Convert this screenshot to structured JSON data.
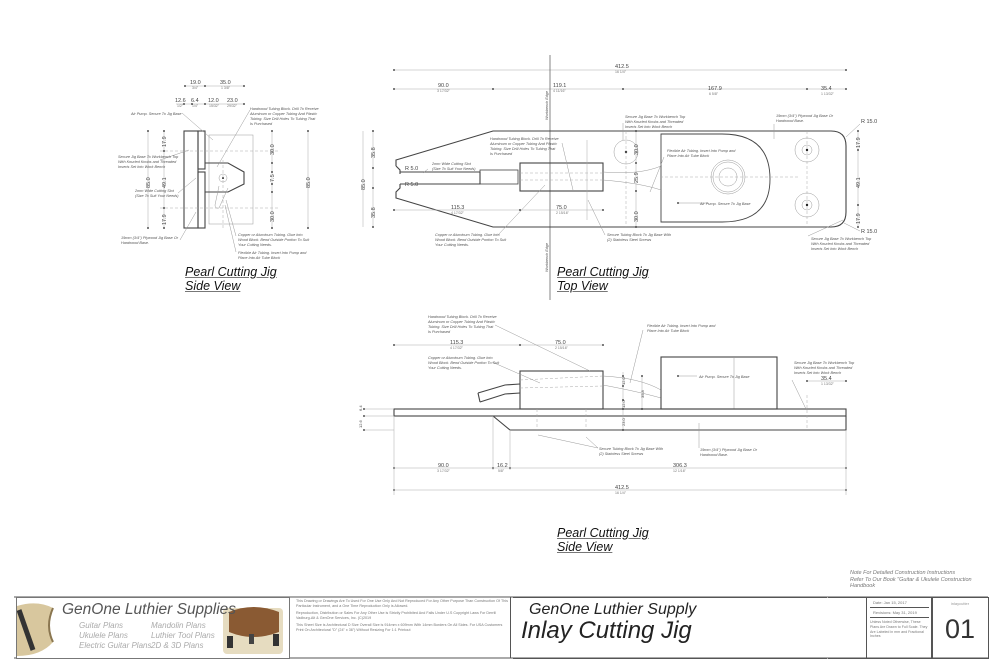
{
  "sheet": {
    "views": [
      {
        "id": "side_view_small",
        "title_line1": "Pearl Cutting Jig",
        "title_line2": "Side View"
      },
      {
        "id": "top_view",
        "title_line1": "Pearl Cutting Jig",
        "title_line2": "Top View"
      },
      {
        "id": "side_view_large",
        "title_line1": "Pearl Cutting Jig",
        "title_line2": "Side View"
      }
    ],
    "side_view_small": {
      "dims": {
        "d19": {
          "mm": "19.0",
          "in": "3/4\""
        },
        "d35": {
          "mm": "35.0",
          "in": "1 3/8\""
        },
        "d12_6": {
          "mm": "12.6",
          "in": "1/2\""
        },
        "d6_4": {
          "mm": "6.4",
          "in": "1/4\""
        },
        "d12_0": {
          "mm": "12.0",
          "in": "15/32\""
        },
        "d23": {
          "mm": "23.0",
          "in": "29/32\""
        },
        "d85": {
          "mm": "85.0",
          "in": "3 11/32\""
        },
        "d49_1": {
          "mm": "49.1",
          "in": "1 15/16\""
        },
        "d17_9a": {
          "mm": "17.9",
          "in": "23/32\""
        },
        "d17_9b": {
          "mm": "17.9",
          "in": "23/32\""
        },
        "d30a": {
          "mm": "30.0",
          "in": "1 3/16\""
        },
        "d30b": {
          "mm": "30.0",
          "in": "1 3/16\""
        },
        "d7_5": {
          "mm": "7.5",
          "in": "5/16\""
        }
      },
      "notes": {
        "air_pump": "Air Pump. Secure To Jig Base",
        "secure_base": [
          "Secure Jig Base To Workbench Top",
          "With Knurled Knobs and Threaded",
          "Inserts Set Into Work Bench"
        ],
        "cutting_slot": [
          "2mm Wide Cutting Slot",
          "(Size To Suit Your Needs)"
        ],
        "plywood": [
          "19mm (3/4\") Plywood Jig Base Or",
          "Hardwood Base."
        ],
        "tubing_block": [
          "Hardwood Tubing Block. Drill To Receive",
          "Aluminum or Copper Tubing And Plastic",
          "Tubing. Size Drill Holes To Tubing That",
          "Is Purchased"
        ],
        "copper_tubing": [
          "Copper or Aluminum Tubing. Glue Into",
          "Wood Block. Bend Outside Portion To Suit",
          "Your Cutting Needs."
        ],
        "flex_tubing": [
          "Flexible Air Tubing. Insert Into Pump and",
          "Place Into Air Tube Block"
        ]
      }
    },
    "top_view": {
      "dims": {
        "overall": {
          "mm": "412.5",
          "in": "16 1/4\""
        },
        "d90": {
          "mm": "90.0",
          "in": "3 17/32\""
        },
        "d119_1": {
          "mm": "119.1",
          "in": "4 11/16\""
        },
        "d167_9": {
          "mm": "167.9",
          "in": "6 5/8\""
        },
        "d35_4": {
          "mm": "35.4",
          "in": "1 13/32\""
        },
        "d115_3": {
          "mm": "115.3",
          "in": "4 17/32\""
        },
        "d75": {
          "mm": "75.0",
          "in": "2 15/16\""
        },
        "d85": {
          "mm": "85.0",
          "in": "3 11/32\""
        },
        "d35_8a": {
          "mm": "35.8",
          "in": "1 13/32\""
        },
        "d35_8b": {
          "mm": "35.8",
          "in": "1 13/32\""
        },
        "d49_1": {
          "mm": "49.1",
          "in": "1 15/16\""
        },
        "d17_9a": {
          "mm": "17.9",
          "in": "23/32\""
        },
        "d17_9b": {
          "mm": "17.9",
          "in": "23/32\""
        },
        "d30a": {
          "mm": "30.0",
          "in": "1 3/16\""
        },
        "d30b": {
          "mm": "30.0",
          "in": "1 3/16\""
        },
        "d25_9": {
          "mm": "25.9",
          "in": "1 1/32\""
        },
        "r15_top": "R 15.0",
        "r15_bot": "R 15.0",
        "r5_top": "R 5.0",
        "r5_bot": "R 5.0"
      },
      "workbench_edge": "Workbench Edge",
      "notes": {
        "tubing_block": [
          "Hardwood Tubing Block. Drill To Receive",
          "Aluminum or Copper Tubing And Plastic",
          "Tubing. Size Drill Holes To Tubing That",
          "Is Purchased"
        ],
        "cutting_slot": [
          "2mm Wide Cutting Slot",
          "(Size To Suit Your Needs)"
        ],
        "copper_tubing": [
          "Copper or Aluminum Tubing. Glue Into",
          "Wood Block. Bend Outside Portion To Suit",
          "Your Cutting Needs."
        ],
        "secure_block": [
          "Secure Tubing Block To Jig Base With",
          "(2) Stainless Steel Screws"
        ],
        "secure_base_top": [
          "Secure Jig Base To Workbench Top",
          "With Knurled Knobs and Threaded",
          "Inserts Set Into Work Bench"
        ],
        "plywood": [
          "19mm (3/4\") Plywood Jig Base Or",
          "Hardwood Base."
        ],
        "flex_tubing": [
          "Flexible Air Tubing. Insert Into Pump and",
          "Place Into Air Tube Block"
        ],
        "air_pump": "Air Pump. Secure To Jig Base",
        "secure_base_bottom": [
          "Secure Jig Base To Workbench Top",
          "With Knurled Knobs and Threaded",
          "Inserts Set Into Work Bench"
        ]
      }
    },
    "side_view_large": {
      "dims": {
        "d115_3": {
          "mm": "115.3",
          "in": "4 17/32\""
        },
        "d75": {
          "mm": "75.0",
          "in": "2 15/16\""
        },
        "d90": {
          "mm": "90.0",
          "in": "3 17/32\""
        },
        "d16_2": {
          "mm": "16.2",
          "in": "5/8\""
        },
        "d306_3": {
          "mm": "306.3",
          "in": "12 1/16\""
        },
        "overall": {
          "mm": "412.5",
          "in": "16 1/4\""
        },
        "d35_4": {
          "mm": "35.4",
          "in": "1 13/32\""
        },
        "d6_4": {
          "mm": "6.4",
          "in": "1/4\""
        },
        "d12_6": {
          "mm": "12.6",
          "in": "1/2\""
        },
        "d12_0": {
          "mm": "12.0",
          "in": "15/32\""
        },
        "d23": {
          "mm": "23.0",
          "in": "29/32\""
        },
        "d35_8": {
          "mm": "35.8",
          "in": "1 13/32\""
        }
      },
      "notes": {
        "tubing_block": [
          "Hardwood Tubing Block. Drill To Receive",
          "Aluminum or Copper Tubing And Plastic",
          "Tubing. Size Drill Holes To Tubing That",
          "Is Purchased"
        ],
        "copper_tubing": [
          "Copper or Aluminum Tubing. Glue Into",
          "Wood Block. Bend Outside Portion To Suit",
          "Your Cutting Needs."
        ],
        "flex_tubing": [
          "Flexible Air Tubing. Insert Into Pump and",
          "Place Into Air Tube Block"
        ],
        "air_pump": "Air Pump. Secure To Jig Base",
        "secure_base": [
          "Secure Jig Base To Workbench Top",
          "With Knurled Knobs and Threaded",
          "Inserts Set Into Work Bench"
        ],
        "secure_block": [
          "Secure Tubing Block To Jig Base With",
          "(2) Stainless Steel Screws"
        ],
        "plywood": [
          "19mm (3/4\") Plywood Jig Base Or",
          "Hardwood Base."
        ]
      }
    }
  },
  "construction_note": [
    "Note For Detailed Construction Instructions",
    "Refer To Our Book \"Guitar & Ukulele Construction",
    "Handbook"
  ],
  "title_block": {
    "brand": "GenOne Luthier Supplies",
    "plan_links_col1": [
      "Guitar Plans",
      "Ukulele Plans",
      "Electric Guitar Plans"
    ],
    "plan_links_col2": [
      "Mandolin Plans",
      "Luthier Tool Plans",
      "2D & 3D Plans"
    ],
    "legal": [
      "This Drawing or Drawings Are To Used For One Use Only And Not Reproduced For Any Other Purpose Than Construction Of This Particular Instrument, and a One Time Reproduction Only is Allowed.",
      "Reproduction, Distribution or Sales For Any Other Use is Strictly Prohibited And Falls Under U.S Copyright Laws For Derrill Vadburg-Alt & GenOne Services, Inc. (C)2019",
      "This Sheet Size is Architectural D Size Overall Size is 914mm x 609mm With 14mm Borders On All Sides. For USA Customers Print On Architectural \"D\" (24\" x 36\") Without Resizing For 1:1 Printout"
    ],
    "company": "GenOne Luthier Supply",
    "drawing_title": "Inlay Cutting Jig",
    "date": "Date: Jan 15, 2017",
    "revisions": "Revisions: May 31, 2019",
    "scale_note": "Unless Noted Otherwise, These Plans Are Drawn to Full Scale. They Are Labeled in mm and Fractional Inches",
    "sheet_code": "inlaycutter",
    "sheet_number": "01"
  }
}
